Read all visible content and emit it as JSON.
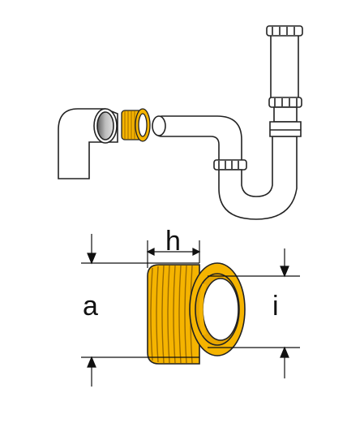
{
  "labels": {
    "h": "h",
    "a": "a",
    "i": "i"
  },
  "colors": {
    "adapter_fill": "#f5b400",
    "adapter_dark": "#d18f00",
    "outline": "#222222",
    "pipe_fill": "#ffffff",
    "pipe_inner": "#8f8f8f",
    "pipe_inner_light": "#d2d2d2"
  }
}
